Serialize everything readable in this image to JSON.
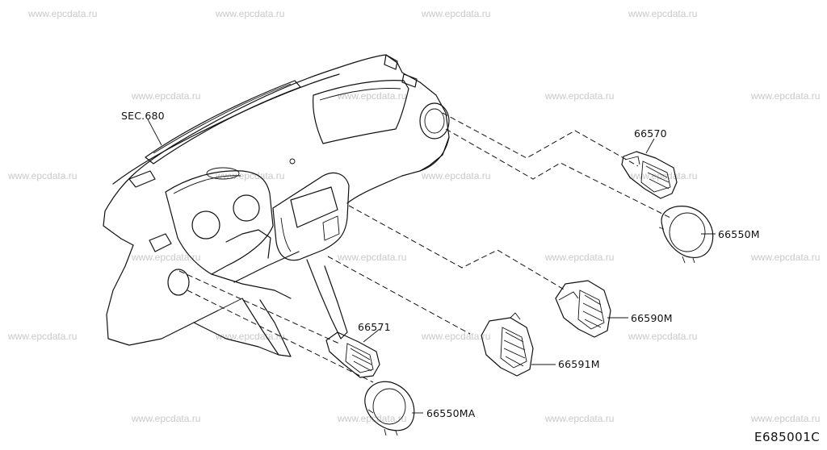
{
  "watermark_text": "www.epcdata.ru",
  "labels": {
    "sec_ref": "SEC.680",
    "part_66570": "66570",
    "part_66550M": "66550M",
    "part_66590M": "66590M",
    "part_66591M": "66591M",
    "part_66571": "66571",
    "part_66550MA": "66550MA"
  },
  "figure_id": "E685001C"
}
